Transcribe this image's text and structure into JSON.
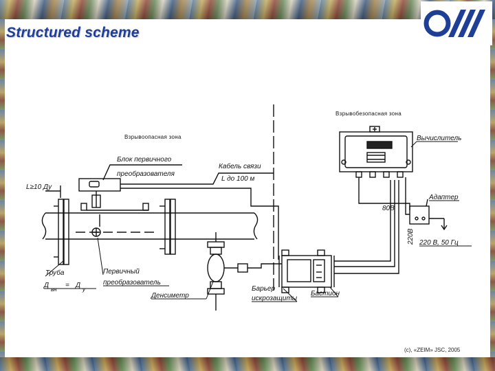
{
  "slide": {
    "title": "Structured scheme",
    "copyright": "(c), «ZEIM» JSC, 2005"
  },
  "zones": {
    "explosive": "Взрывоопасная зона",
    "safe": "Взрывобезопасная зона"
  },
  "labels": {
    "length": "L≥10  Ду",
    "primary_block_1": "Блок первичного",
    "primary_block_2": "преобразователя",
    "cable_1": "Кабель связи",
    "cable_2": "L  до  100  м",
    "calculator": "Вычислитель",
    "adapter": "Адаптер",
    "v80": "80В",
    "v220dc": "220В",
    "mains": "220  В,  50  Гц",
    "pipe": "Труба",
    "diameter_left": "Д",
    "diameter_left_sub": "вн",
    "diameter_eq": "=",
    "diameter_right": "Д",
    "diameter_right_sub": "у",
    "primary_conv_1": "Первичный",
    "primary_conv_2": "преобразователь",
    "densimeter": "Денсиметр",
    "barrier_1": "Барьер",
    "barrier_2": "искрозащиты",
    "bastion": "Бастион"
  },
  "colors": {
    "title": "#1f3f96",
    "line": "#111111"
  }
}
